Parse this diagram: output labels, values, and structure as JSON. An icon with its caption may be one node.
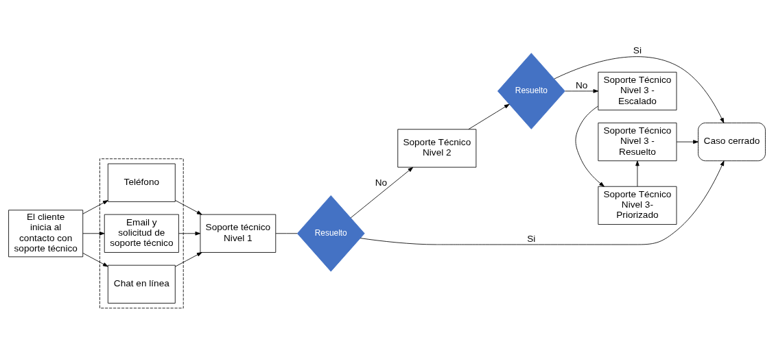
{
  "diagram": {
    "nodes": [
      {
        "text": [
          "El cliente inicia al contacto con soporte técnico"
        ]
      },
      {
        "text": [],
        "shape": "box"
      },
      {
        "text": [
          "Teléfono"
        ],
        "in": 1
      },
      {
        "text": [
          "Email y solicitud de soporte técnico"
        ],
        "in": 1
      },
      {
        "text": [
          "Chat en línea"
        ],
        "in": 1
      },
      {
        "text": [
          "Soporte técnico Nivel 1"
        ]
      },
      {
        "text": [
          "Resuelto"
        ]
      },
      {
        "text": [
          "Soporte Técnico Nivel 2"
        ]
      },
      {
        "text": [
          "Resuelto"
        ]
      },
      {
        "text": [
          "Soporte Técnico Nivel 3 - Escalado"
        ]
      },
      {
        "text": [
          "Soporte Técnico Nivel 3- Priorizado"
        ]
      },
      {
        "text": [
          "Soporte Técnico Nivel 3 - Resuelto"
        ]
      },
      {
        "text": [
          "Caso cerrado"
        ]
      }
    ],
    "edges": [
      {
        "from": 0,
        "to": 2,
        "arrow": "to"
      },
      {
        "from": 0,
        "to": 3,
        "arrow": "to"
      },
      {
        "from": 0,
        "to": 4,
        "arrow": "to"
      },
      {
        "from": 2,
        "to": 5,
        "arrow": "to"
      },
      {
        "from": 3,
        "to": 5,
        "arrow": "to"
      },
      {
        "from": 4,
        "to": 5,
        "arrow": "to"
      },
      {
        "from": 5,
        "to": 6,
        "arrow": "none"
      },
      {
        "from": 6,
        "to": 7,
        "arrow": "to",
        "label": "No"
      },
      {
        "from": 6,
        "to": 12,
        "arrow": "to",
        "label": "Si"
      },
      {
        "from": 7,
        "to": 8,
        "arrow": "to"
      },
      {
        "from": 8,
        "to": 9,
        "arrow": "to",
        "label": "No"
      },
      {
        "from": 8,
        "to": 12,
        "arrow": "to",
        "label": "Si"
      },
      {
        "from": 9,
        "to": 10,
        "arrow": "to"
      },
      {
        "from": 10,
        "to": 11,
        "arrow": "to"
      },
      {
        "from": 11,
        "to": 12,
        "arrow": "to"
      }
    ]
  }
}
